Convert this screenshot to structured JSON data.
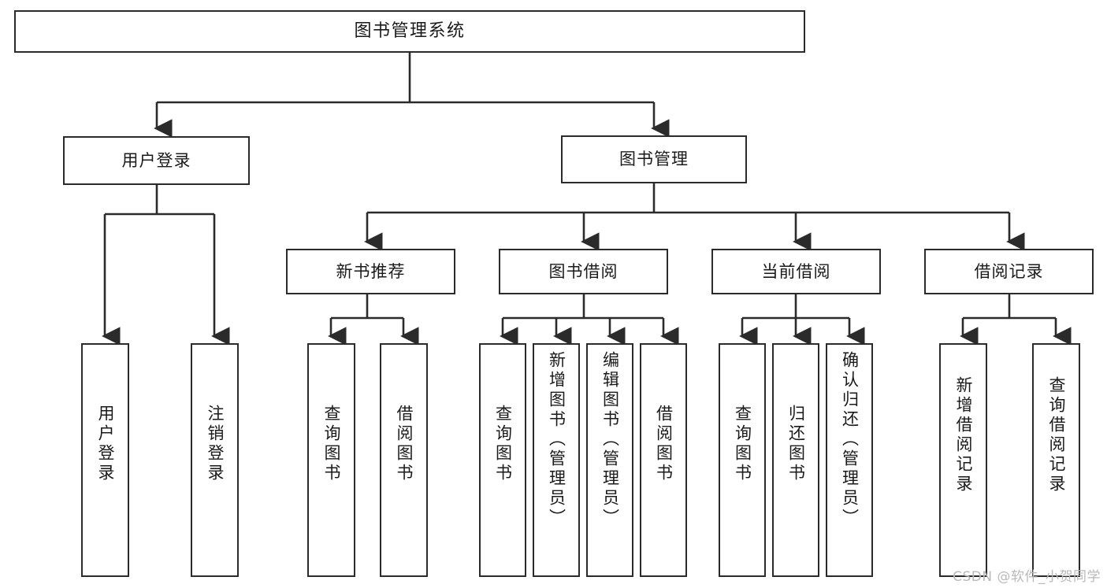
{
  "diagram": {
    "title": "图书管理系统",
    "watermark": "CSDN @软件_小贺同学",
    "line_color": "#2b2b2b",
    "box_fill": "#ffffff",
    "text_color": "#1a1a1a",
    "watermark_color": "#b9b9b9"
  },
  "nodes": {
    "root": {
      "label": "图书管理系统",
      "level": 0
    },
    "level1": [
      {
        "id": "user-login",
        "label": "用户登录"
      },
      {
        "id": "book-manage",
        "label": "图书管理"
      }
    ],
    "level2": [
      {
        "id": "new-book-recommend",
        "label": "新书推荐",
        "parent": "book-manage"
      },
      {
        "id": "book-borrow",
        "label": "图书借阅",
        "parent": "book-manage"
      },
      {
        "id": "current-borrow",
        "label": "当前借阅",
        "parent": "book-manage"
      },
      {
        "id": "borrow-record",
        "label": "借阅记录",
        "parent": "book-manage"
      }
    ],
    "leaves": [
      {
        "id": "leaf-user-login",
        "label": "用户登录",
        "parent": "user-login"
      },
      {
        "id": "leaf-user-logout",
        "label": "注销登录",
        "parent": "user-login"
      },
      {
        "id": "leaf-query-book-1",
        "label": "查询图书",
        "parent": "new-book-recommend"
      },
      {
        "id": "leaf-borrow-book-1",
        "label": "借阅图书",
        "parent": "new-book-recommend"
      },
      {
        "id": "leaf-query-book-2",
        "label": "查询图书",
        "parent": "book-borrow"
      },
      {
        "id": "leaf-add-book",
        "label": "新增图书（管理员）",
        "parent": "book-borrow"
      },
      {
        "id": "leaf-edit-book",
        "label": "编辑图书（管理员）",
        "parent": "book-borrow"
      },
      {
        "id": "leaf-borrow-book-2",
        "label": "借阅图书",
        "parent": "book-borrow"
      },
      {
        "id": "leaf-query-book-3",
        "label": "查询图书",
        "parent": "current-borrow"
      },
      {
        "id": "leaf-return-book",
        "label": "归还图书",
        "parent": "current-borrow"
      },
      {
        "id": "leaf-confirm-return",
        "label": "确认归还（管理员）",
        "parent": "current-borrow"
      },
      {
        "id": "leaf-add-record",
        "label": "新增借阅记录",
        "parent": "borrow-record"
      },
      {
        "id": "leaf-query-record",
        "label": "查询借阅记录",
        "parent": "borrow-record"
      }
    ]
  }
}
